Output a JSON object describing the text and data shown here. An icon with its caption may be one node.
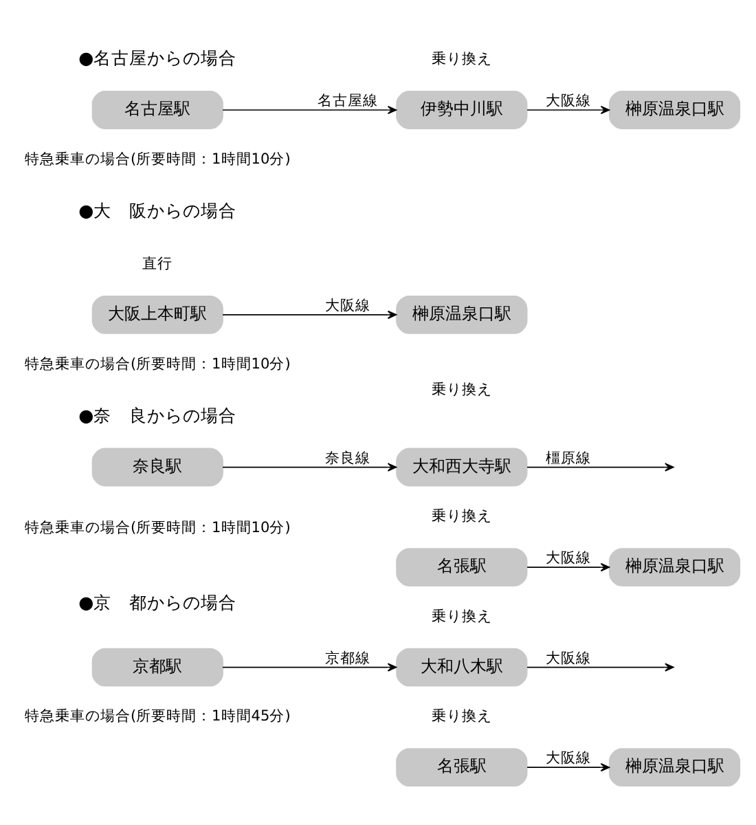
{
  "diagram": {
    "nodes": [
      {
        "text": [
          "名古屋駅"
        ]
      },
      {
        "text": [
          "伊勢中川駅"
        ]
      },
      {
        "text": [
          "榊原温泉口駅"
        ]
      },
      {
        "text": [
          "大阪上本町駅"
        ]
      },
      {
        "text": [
          "榊原温泉口駅"
        ]
      },
      {
        "text": [
          "奈良駅"
        ]
      },
      {
        "text": [
          "大和西大寺駅"
        ]
      },
      {
        "text": [
          "名張駅"
        ]
      },
      {
        "text": [
          "榊原温泉口駅"
        ]
      },
      {
        "text": [
          "京都駅"
        ]
      },
      {
        "text": [
          "大和八木駅"
        ]
      },
      {
        "text": [
          "名張駅"
        ]
      },
      {
        "text": [
          "榊原温泉口駅"
        ]
      }
    ],
    "edges": [
      {
        "from": 0,
        "to": 1,
        "arrow": "to",
        "label": "名古屋線"
      },
      {
        "from": 1,
        "to": 2,
        "arrow": "to",
        "label": "大阪線"
      },
      {
        "from": 3,
        "to": 4,
        "arrow": "to",
        "label": "大阪線"
      },
      {
        "from": 5,
        "to": 6,
        "arrow": "to",
        "label": "奈良線"
      },
      {
        "from": 6,
        "to": null,
        "arrow": "to",
        "label": "橿原線"
      },
      {
        "from": 7,
        "to": 8,
        "arrow": "to",
        "label": "大阪線"
      },
      {
        "from": 9,
        "to": 10,
        "arrow": "to",
        "label": "京都線"
      },
      {
        "from": 10,
        "to": null,
        "arrow": "to",
        "label": "大阪線"
      },
      {
        "from": 11,
        "to": 12,
        "arrow": "to",
        "label": "大阪線"
      }
    ],
    "labels": [
      "●名古屋からの場合",
      "乗り換え",
      "特急乗車の場合(所要時間：1時間10分)",
      "●大　阪からの場合",
      "直行",
      "特急乗車の場合(所要時間：1時間10分)",
      "●奈　良からの場合",
      "乗り換え",
      "乗り換え",
      "特急乗車の場合(所要時間：1時間10分)",
      "●京　都からの場合",
      "乗り換え",
      "乗り換え",
      "特急乗車の場合(所要時間：1時間45分)"
    ]
  }
}
